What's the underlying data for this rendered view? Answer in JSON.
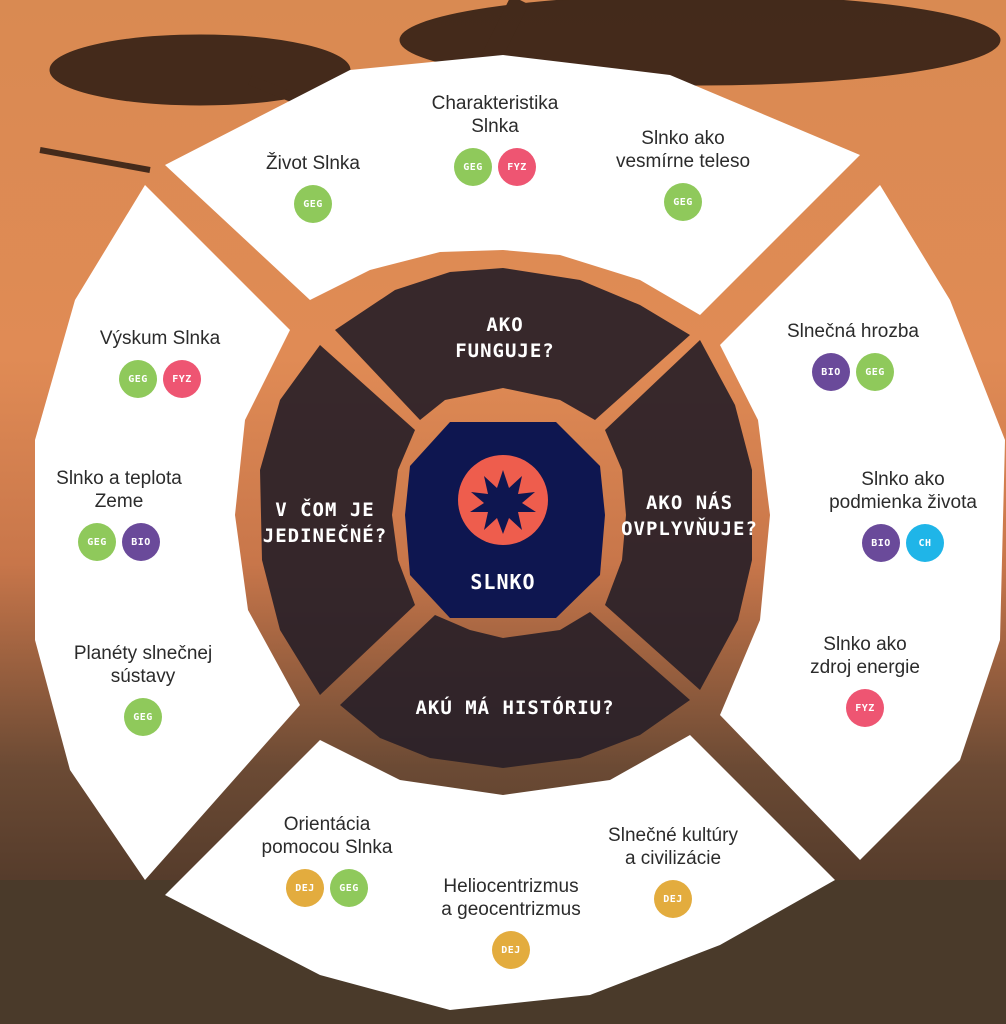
{
  "colors": {
    "GEG": "#8fc95b",
    "FYZ": "#ee5572",
    "BIO": "#6a4a9a",
    "CH": "#1fb5e8",
    "DEJ": "#e3ac3e",
    "center_fill": "#0e1650",
    "sun_red": "#ee5d4d",
    "inner_panel": "#2a2028",
    "outer_panel": "#ffffff"
  },
  "center": {
    "title": "SLNKO",
    "icon": "sun-icon"
  },
  "questions": {
    "top": "AKO\nFUNGUJE?",
    "right": "AKO NÁS\nOVPLYVŇUJE?",
    "bottom": "AKÚ MÁ HISTÓRIU?",
    "left": "V ČOM JE\nJEDINEČNÉ?"
  },
  "topics": [
    {
      "label": "Život Slnka",
      "badges": [
        "GEG"
      ]
    },
    {
      "label": "Charakteristika\nSlnka",
      "badges": [
        "GEG",
        "FYZ"
      ]
    },
    {
      "label": "Slnko ako\nvesmírne teleso",
      "badges": [
        "GEG"
      ]
    },
    {
      "label": "Slnečná hrozba",
      "badges": [
        "BIO",
        "GEG"
      ]
    },
    {
      "label": "Slnko ako\npodmienka života",
      "badges": [
        "BIO",
        "CH"
      ]
    },
    {
      "label": "Slnko ako\nzdroj energie",
      "badges": [
        "FYZ"
      ]
    },
    {
      "label": "Slnečné kultúry\na civilizácie",
      "badges": [
        "DEJ"
      ]
    },
    {
      "label": "Heliocentrizmus\na geocentrizmus",
      "badges": [
        "DEJ"
      ]
    },
    {
      "label": "Orientácia\npomocou Slnka",
      "badges": [
        "DEJ",
        "GEG"
      ]
    },
    {
      "label": "Planéty slnečnej\nsústavy",
      "badges": [
        "GEG"
      ]
    },
    {
      "label": "Slnko a teplota\nZeme",
      "badges": [
        "GEG",
        "BIO"
      ]
    },
    {
      "label": "Výskum Slnka",
      "badges": [
        "GEG",
        "FYZ"
      ]
    }
  ]
}
